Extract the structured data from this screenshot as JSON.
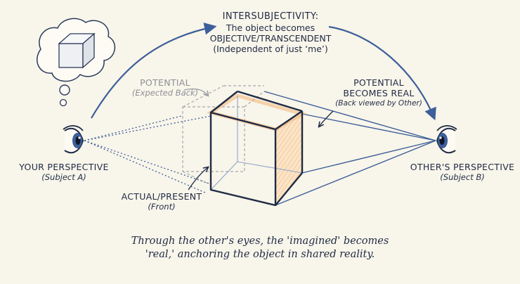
{
  "title": {
    "heading": "INTERSUBJECTIVITY:",
    "line1": "The object becomes",
    "line2": "OBJECTIVE/TRANSCENDENT",
    "line3": "(Independent of just ‘me’)"
  },
  "subject_a": {
    "label": "YOUR PERSPECTIVE",
    "sub": "(Subject A)"
  },
  "subject_b": {
    "label": "OTHER'S PERSPECTIVE",
    "sub": "(Subject B)"
  },
  "potential": {
    "label": "POTENTIAL",
    "sub": "(Expected Back)"
  },
  "potential_real": {
    "line1": "POTENTIAL",
    "line2": "BECOMES REAL",
    "sub": "(Back viewed by Other)"
  },
  "actual": {
    "label": "ACTUAL/PRESENT",
    "sub": "(Front)"
  },
  "caption": {
    "line1": "Through the other's eyes, the 'imagined' becomes",
    "line2": "'real,' anchoring the object in shared reality."
  },
  "colors": {
    "ink": "#1f2a44",
    "blue": "#3d5f9a",
    "accent": "#f2a860",
    "faint": "#9a9ca3",
    "paper": "#f8f5ea"
  },
  "icons": [
    "thought-bubble-icon",
    "eye-left-icon",
    "eye-right-icon",
    "cube-icon"
  ]
}
